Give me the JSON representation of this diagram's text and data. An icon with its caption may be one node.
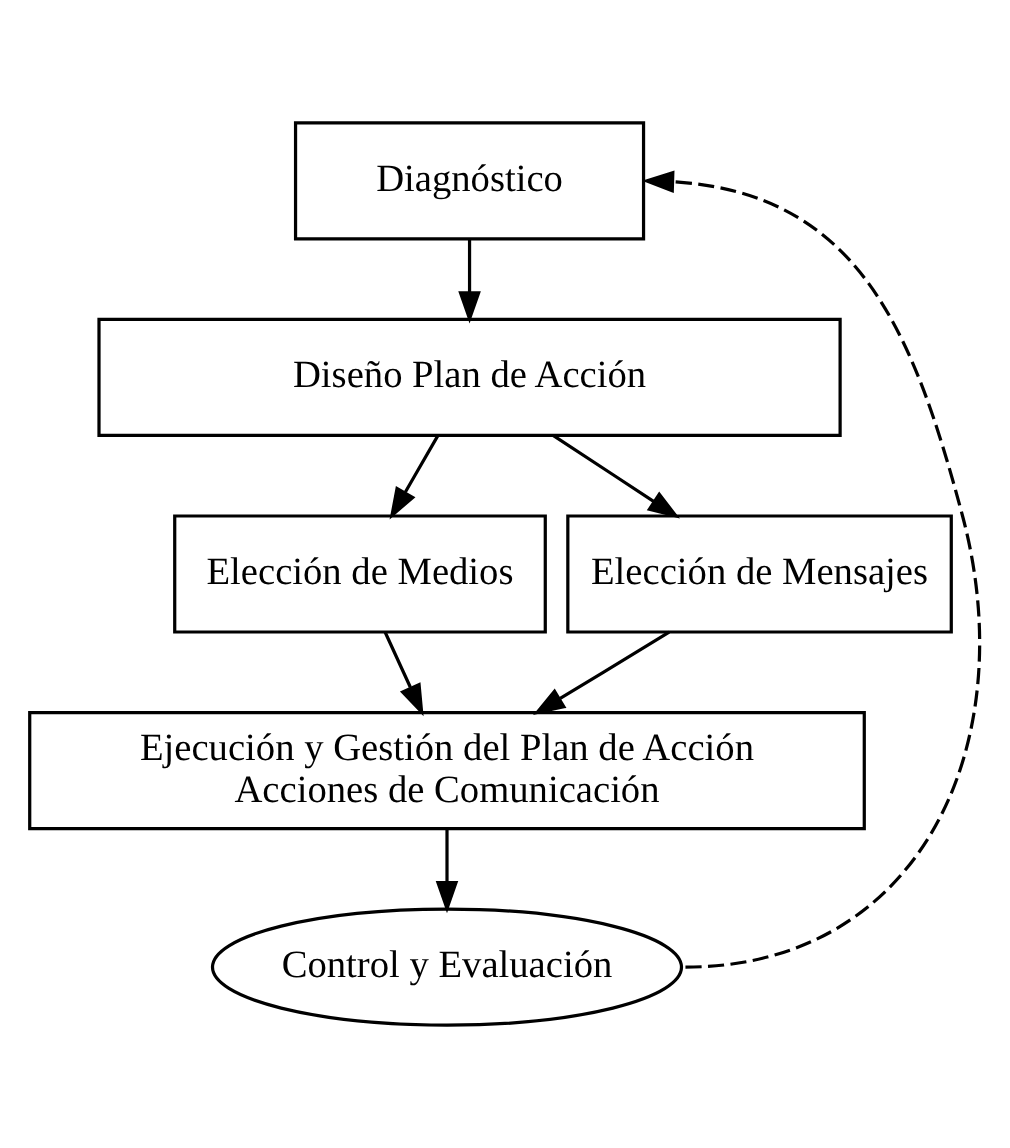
{
  "diagram": {
    "nodes": [
      {
        "text": [
          "Diagnóstico"
        ]
      },
      {
        "text": [
          "Diseño Plan de Acción"
        ]
      },
      {
        "text": [
          "Elección de Medios"
        ]
      },
      {
        "text": [
          "Elección de Mensajes"
        ]
      },
      {
        "text": [
          "Ejecución y Gestión del Plan de Acción",
          "Acciones de Comunicación"
        ]
      },
      {
        "text": [
          "Control y Evaluación"
        ]
      }
    ],
    "edges": [
      {
        "from": 0,
        "to": 1,
        "arrow": "to"
      },
      {
        "from": 1,
        "to": 2,
        "arrow": "to"
      },
      {
        "from": 1,
        "to": 3,
        "arrow": "to"
      },
      {
        "from": 2,
        "to": 4,
        "arrow": "to"
      },
      {
        "from": 3,
        "to": 4,
        "arrow": "to"
      },
      {
        "from": 4,
        "to": 5,
        "arrow": "to"
      },
      {
        "from": 5,
        "to": 0,
        "arrow": "to",
        "style": "dashed"
      }
    ]
  }
}
